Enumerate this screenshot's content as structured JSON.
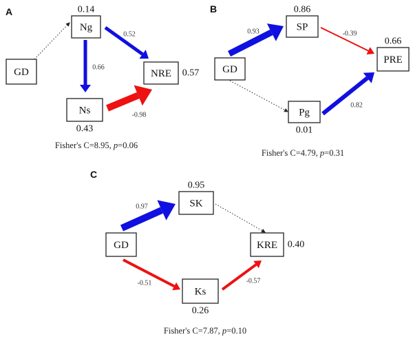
{
  "colors": {
    "positive": "#1010e0",
    "negative": "#ee1111",
    "nonsig": "#222222"
  },
  "panels": [
    {
      "label": "A",
      "fisher": {
        "prefix": "Fisher's  C=8.95, ",
        "p_label": "p",
        "p_value": "=0.06"
      },
      "nodes": [
        {
          "id": "GD",
          "label": "GD",
          "r2": null
        },
        {
          "id": "Ng",
          "label": "Ng",
          "r2": "0.14",
          "r2_pos": "top"
        },
        {
          "id": "Ns",
          "label": "Ns",
          "r2": "0.43",
          "r2_pos": "bottom"
        },
        {
          "id": "NRE",
          "label": "NRE",
          "r2": "0.57",
          "r2_pos": "right"
        }
      ],
      "paths": [
        {
          "from": "GD",
          "to": "Ng",
          "coef": null,
          "sign": "nonsig"
        },
        {
          "from": "Ng",
          "to": "NRE",
          "coef": "0.52",
          "sign": "positive"
        },
        {
          "from": "Ng",
          "to": "Ns",
          "coef": "0.66",
          "sign": "positive"
        },
        {
          "from": "Ns",
          "to": "NRE",
          "coef": "-0.98",
          "sign": "negative"
        }
      ]
    },
    {
      "label": "B",
      "fisher": {
        "prefix": "Fisher's  C=4.79, ",
        "p_label": "p",
        "p_value": "=0.31"
      },
      "nodes": [
        {
          "id": "GD",
          "label": "GD",
          "r2": null
        },
        {
          "id": "SP",
          "label": "SP",
          "r2": "0.86",
          "r2_pos": "top"
        },
        {
          "id": "Pg",
          "label": "Pg",
          "r2": "0.01",
          "r2_pos": "bottom"
        },
        {
          "id": "PRE",
          "label": "PRE",
          "r2": "0.66",
          "r2_pos": "top"
        }
      ],
      "paths": [
        {
          "from": "GD",
          "to": "SP",
          "coef": "0.93",
          "sign": "positive"
        },
        {
          "from": "SP",
          "to": "PRE",
          "coef": "-0.39",
          "sign": "negative"
        },
        {
          "from": "GD",
          "to": "Pg",
          "coef": null,
          "sign": "nonsig"
        },
        {
          "from": "Pg",
          "to": "PRE",
          "coef": "0.82",
          "sign": "positive"
        }
      ]
    },
    {
      "label": "C",
      "fisher": {
        "prefix": "Fisher's  C=7.87, ",
        "p_label": "p",
        "p_value": "=0.10"
      },
      "nodes": [
        {
          "id": "GD",
          "label": "GD",
          "r2": null
        },
        {
          "id": "SK",
          "label": "SK",
          "r2": "0.95",
          "r2_pos": "top"
        },
        {
          "id": "Ks",
          "label": "Ks",
          "r2": "0.26",
          "r2_pos": "bottom"
        },
        {
          "id": "KRE",
          "label": "KRE",
          "r2": "0.40",
          "r2_pos": "right"
        }
      ],
      "paths": [
        {
          "from": "GD",
          "to": "SK",
          "coef": "0.97",
          "sign": "positive"
        },
        {
          "from": "SK",
          "to": "KRE",
          "coef": null,
          "sign": "nonsig"
        },
        {
          "from": "GD",
          "to": "Ks",
          "coef": "-0.51",
          "sign": "negative"
        },
        {
          "from": "Ks",
          "to": "KRE",
          "coef": "-0.57",
          "sign": "negative"
        }
      ]
    }
  ]
}
